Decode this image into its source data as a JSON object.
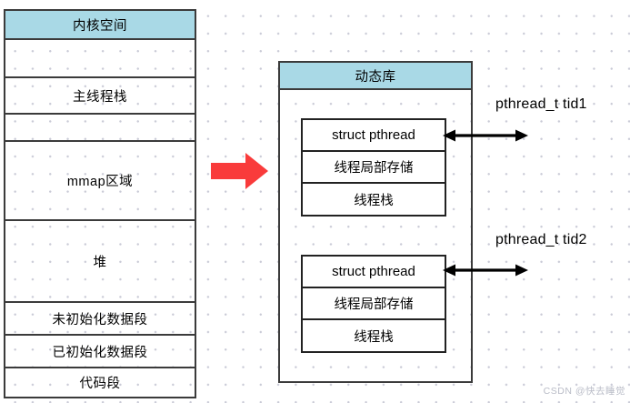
{
  "diagram": {
    "title": "pthread-memory-layout",
    "colors": {
      "header_fill": "#a9d9e6",
      "border": "#3b3b3b",
      "red_arrow": "#f93b3b",
      "text": "#000000",
      "watermark": "#b9bcc7",
      "dot_grid": "#c9cad6"
    }
  },
  "process_memory": {
    "header_label": "内核空间",
    "segments": [
      {
        "label": "",
        "name": "gap-above-main-stack"
      },
      {
        "label": "主线程栈",
        "name": "main-thread-stack"
      },
      {
        "label": "",
        "name": "gap-above-mmap"
      },
      {
        "label": "mmap区域",
        "name": "mmap-region"
      },
      {
        "label": "堆",
        "name": "heap"
      },
      {
        "label": "未初始化数据段",
        "name": "bss-segment"
      },
      {
        "label": "已初始化数据段",
        "name": "data-segment"
      },
      {
        "label": "代码段",
        "name": "text-segment"
      }
    ]
  },
  "dynamic_library": {
    "header_label": "动态库",
    "threads": [
      {
        "name": "thread-block-1",
        "rows": [
          "struct pthread",
          "线程局部存储",
          "线程栈"
        ],
        "tid_label": "pthread_t tid1"
      },
      {
        "name": "thread-block-2",
        "rows": [
          "struct pthread",
          "线程局部存储",
          "线程栈"
        ],
        "tid_label": "pthread_t tid2"
      }
    ]
  },
  "flow_arrow": {
    "name": "red-right-arrow",
    "direction": "right",
    "color": "#f93b3b"
  },
  "watermark": {
    "text": "CSDN @快去睡觉"
  }
}
